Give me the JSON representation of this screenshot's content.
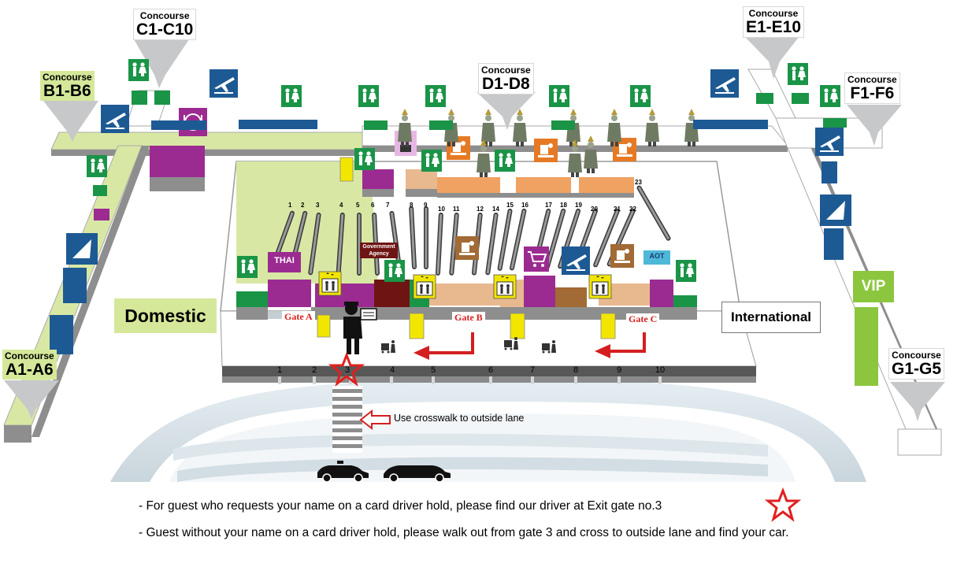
{
  "concourses": [
    {
      "line1": "Concourse",
      "line2": "C1-C10"
    },
    {
      "line1": "Concourse",
      "line2": "B1-B6"
    },
    {
      "line1": "Concourse",
      "line2": "D1-D8"
    },
    {
      "line1": "Concourse",
      "line2": "E1-E10"
    },
    {
      "line1": "Concourse",
      "line2": "F1-F6"
    },
    {
      "line1": "Concourse",
      "line2": "A1-A6"
    },
    {
      "line1": "Concourse",
      "line2": "G1-G5"
    }
  ],
  "zones": {
    "domestic": "Domestic",
    "international": "International",
    "vip": "VIP"
  },
  "gates": [
    "Gate A",
    "Gate B",
    "Gate C"
  ],
  "airline_labels": {
    "thai": "THAI",
    "aot": "AOT",
    "government_agency": "Government Agency"
  },
  "counter_numbers": [
    "1",
    "2",
    "3",
    "4",
    "5",
    "6",
    "7",
    "8",
    "9",
    "10",
    "11",
    "12",
    "14",
    "15",
    "16",
    "17",
    "18",
    "19",
    "20",
    "21",
    "22",
    "23"
  ],
  "exit_gates": [
    "1",
    "2",
    "3",
    "4",
    "5",
    "6",
    "7",
    "8",
    "9",
    "10"
  ],
  "highlighted_exit_gate": "3",
  "crosswalk_note": "Use crosswalk to outside lane",
  "notes": [
    "- For guest who requests your name on a card driver hold, please find our driver at Exit gate no.3",
    "- Guest without your name on a card driver hold, please walk out from gate 3 and cross to outside lane and find your car."
  ],
  "colors": {
    "restroom": "#1a9447",
    "flight_info": "#1d5a94",
    "dining": "#9c2b91",
    "check_in": "#e67a24",
    "information": "#a26a34",
    "star": "#e02020",
    "arrow": "#d41f1f",
    "domestic_floor": "#d8e8a4",
    "vip": "#8cc63e"
  },
  "icons": [
    "restroom-icon",
    "departure-plane-icon",
    "dining-icon",
    "check-in-icon",
    "elevator-icon",
    "shopping-cart-icon",
    "information-icon",
    "taxi-icon",
    "limousine-icon",
    "star-icon",
    "arrow-icon",
    "escalator-icon"
  ]
}
